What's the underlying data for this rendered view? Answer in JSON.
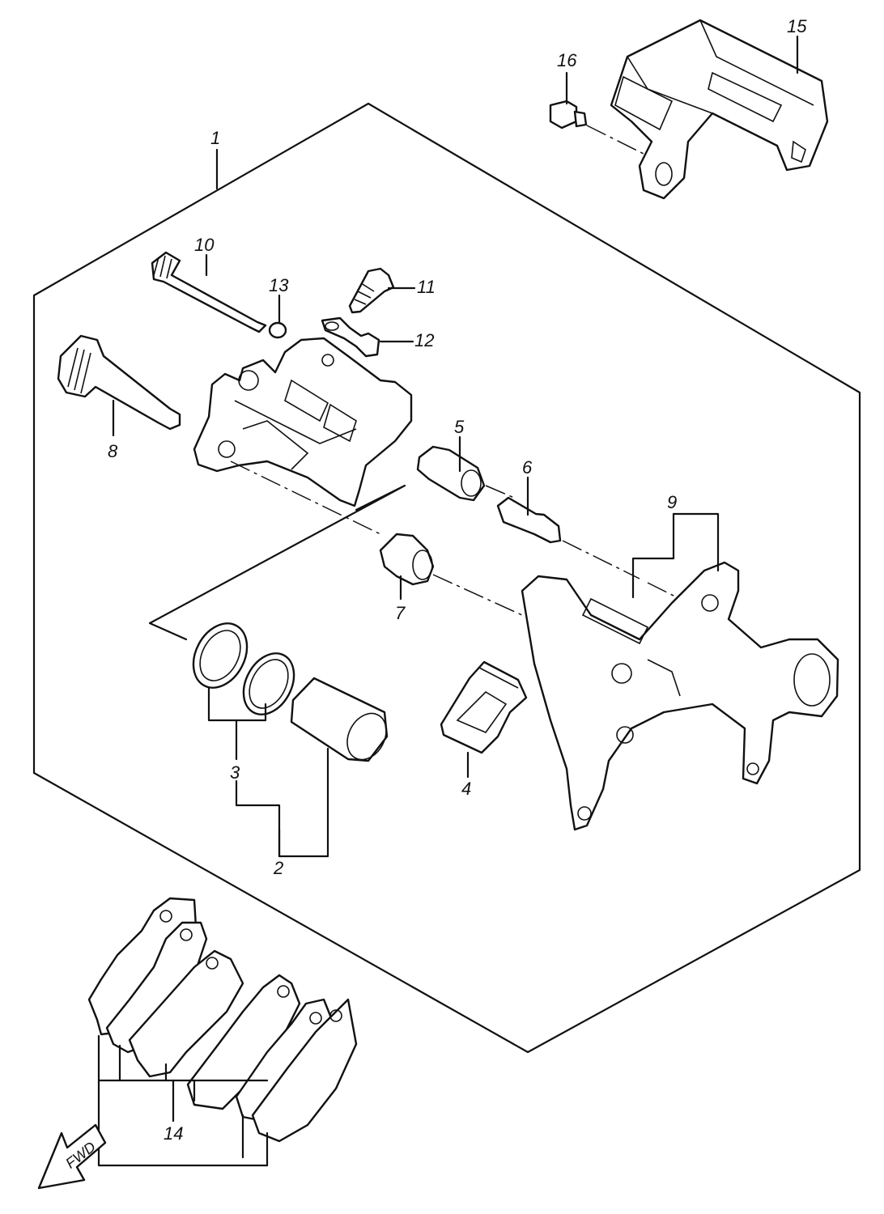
{
  "callouts": {
    "c1": "1",
    "c2": "2",
    "c3": "3",
    "c4": "4",
    "c5": "5",
    "c6": "6",
    "c7": "7",
    "c8": "8",
    "c9": "9",
    "c10": "10",
    "c11": "11",
    "c12": "12",
    "c13": "13",
    "c14": "14",
    "c15": "15",
    "c16": "16"
  },
  "fwd_label": "FWD"
}
